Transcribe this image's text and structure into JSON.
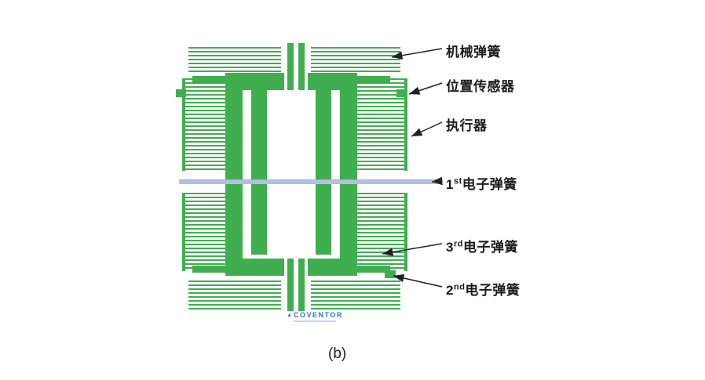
{
  "figure": {
    "caption": "(b)",
    "logo": {
      "text": "COVENTOR"
    },
    "colors": {
      "green": "#3fae4e",
      "beam_blue": "#b3c0e2",
      "label": "#1b1b1b",
      "logo_blue": "#2f6fd0"
    },
    "labels": [
      {
        "num": "",
        "ord": "",
        "text": "机械弹簧"
      },
      {
        "num": "",
        "ord": "",
        "text": "位置传感器"
      },
      {
        "num": "",
        "ord": "",
        "text": "执行器"
      },
      {
        "num": "1",
        "ord": "st",
        "text": "电子弹簧"
      },
      {
        "num": "3",
        "ord": "rd",
        "text": "电子弹簧"
      },
      {
        "num": "2",
        "ord": "nd",
        "text": "电子弹簧"
      }
    ]
  }
}
